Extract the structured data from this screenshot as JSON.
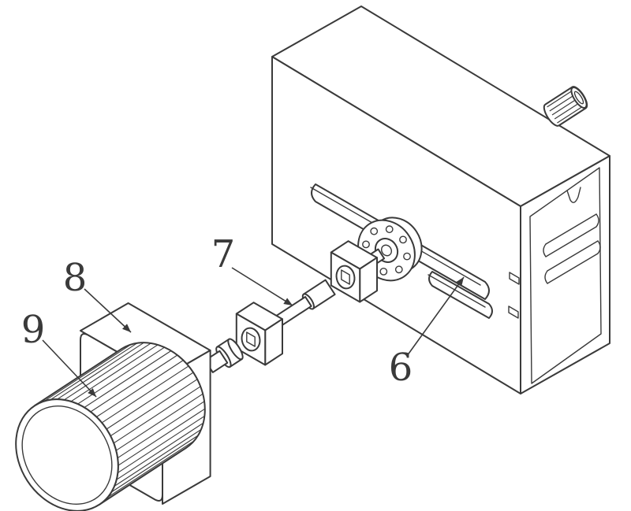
{
  "figure": {
    "background": "#ffffff",
    "line_color": "#3a3a3a",
    "labels": [
      {
        "text": "6"
      },
      {
        "text": "7"
      },
      {
        "text": "8"
      },
      {
        "text": "9"
      }
    ]
  }
}
